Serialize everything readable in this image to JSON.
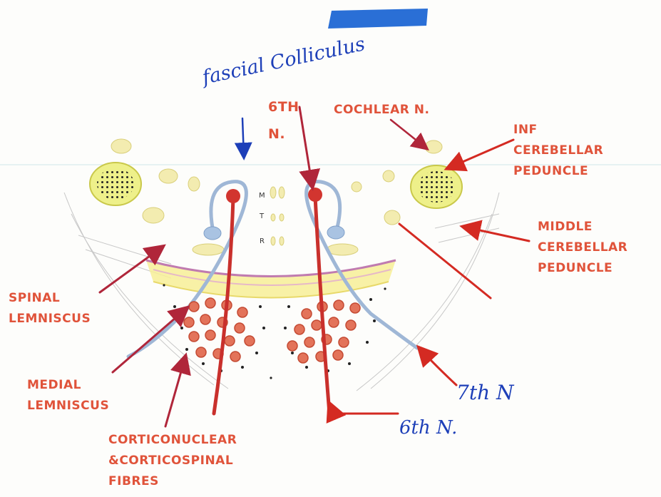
{
  "colors": {
    "label_red": "#e0533a",
    "arrow_red": "#d42a22",
    "arrow_crimson": "#b0263a",
    "pen_blue": "#1d3fb8",
    "highlight_blue": "#2a6fd6",
    "nerve_blue": "#9fb7d6",
    "nucleus_yellow": "#f1e9a0",
    "fibre_red": "#c9302c"
  },
  "handwritten": {
    "facial_colliculus": "fascial Colliculus",
    "seventh_n": "7th N",
    "sixth_n": "6th N."
  },
  "midline_letters": [
    "M",
    "T",
    "R"
  ],
  "labels": {
    "sixth_n": [
      "6TH",
      "N."
    ],
    "cochlear_n": "COCHLEAR N.",
    "inf_cerebellar_peduncle": [
      "INF",
      "CEREBELLAR",
      "PEDUNCLE"
    ],
    "middle_cerebellar_peduncle": [
      "MIDDLE",
      "CEREBELLAR",
      "PEDUNCLE"
    ],
    "spinal_lemniscus": [
      "SPINAL",
      "LEMNISCUS"
    ],
    "medial_lemniscus": [
      "MEDIAL",
      "LEMNISCUS"
    ],
    "corticonuclear": [
      "CORTICONUCLEAR",
      "&CORTICOSPINAL",
      "FIBRES"
    ]
  }
}
